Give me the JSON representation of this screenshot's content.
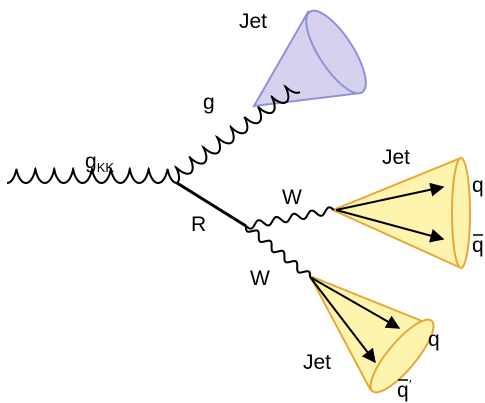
{
  "labels": {
    "gkk_main": "g",
    "gkk_sub": "KK",
    "gluon": "g",
    "resonance": "R",
    "w_upper": "W",
    "w_lower": "W",
    "jet_gluon": "Jet",
    "jet_w_upper": "Jet",
    "jet_w_lower": "Jet",
    "q_upper": "q",
    "qbar_upper": "q",
    "q_lower": "q",
    "qbar_prime_lower": "q",
    "prime_mark": "′"
  },
  "colors": {
    "gluon_jet_fill": "#d6d1ef",
    "gluon_jet_stroke": "#8f92d6",
    "w_jet_fill": "#fff4ad",
    "w_jet_stroke": "#e7a83a",
    "line": "#000000"
  }
}
